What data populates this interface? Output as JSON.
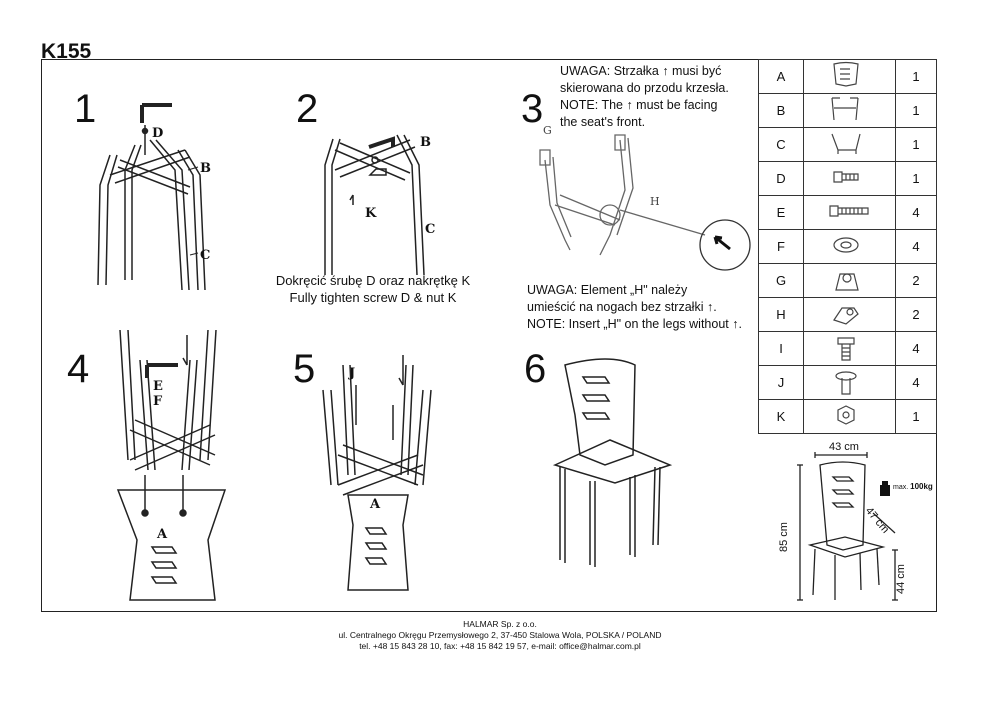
{
  "model": "K155",
  "steps": {
    "s1": "1",
    "s2": "2",
    "s3": "3",
    "s4": "4",
    "s5": "5",
    "s6": "6"
  },
  "labels": {
    "d": "D",
    "b": "B",
    "c": "C",
    "k": "K",
    "g": "G",
    "h": "H",
    "e": "E",
    "f": "F",
    "j": "J",
    "a": "A"
  },
  "step2_caption": {
    "pl": "Dokręcić śrubę D oraz nakrętkę K",
    "en": "Fully tighten screw D & nut K"
  },
  "step3_note_top": {
    "line1": "UWAGA: Strzałka ↑ musi być",
    "line2": "skierowana do przodu krzesła.",
    "line3": "NOTE: The ↑ must be facing",
    "line4": "the seat's front."
  },
  "step3_note_bottom": {
    "line1": "UWAGA: Element „H\" należy",
    "line2": "umieścić na nogach bez strzałki ↑.",
    "line3": "NOTE: Insert „H\" on the legs without ↑."
  },
  "parts": [
    {
      "letter": "A",
      "icon": "seat-back-icon",
      "qty": "1"
    },
    {
      "letter": "B",
      "icon": "frame-icon",
      "qty": "1"
    },
    {
      "letter": "C",
      "icon": "leg-frame-icon",
      "qty": "1"
    },
    {
      "letter": "D",
      "icon": "screw-short-icon",
      "qty": "1"
    },
    {
      "letter": "E",
      "icon": "screw-long-icon",
      "qty": "4"
    },
    {
      "letter": "F",
      "icon": "washer-icon",
      "qty": "4"
    },
    {
      "letter": "G",
      "icon": "foot-cap-icon",
      "qty": "2"
    },
    {
      "letter": "H",
      "icon": "clip-icon",
      "qty": "2"
    },
    {
      "letter": "I",
      "icon": "bolt-icon",
      "qty": "4"
    },
    {
      "letter": "J",
      "icon": "wood-screw-icon",
      "qty": "4"
    },
    {
      "letter": "K",
      "icon": "nut-icon",
      "qty": "1"
    }
  ],
  "dimensions": {
    "width": "43 cm",
    "height": "85 cm",
    "depth": "47 cm",
    "seat_height": "44 cm",
    "max_load_prefix": "max.",
    "max_load": "100kg"
  },
  "footer": {
    "company": "HALMAR Sp. z o.o.",
    "address": "ul. Centralnego Okręgu Przemysłowego 2, 37-450 Stalowa Wola, POLSKA / POLAND",
    "contact": "tel. +48 15 843 28 10, fax: +48 15 842 19 57, e-mail: office@halmar.com.pl"
  }
}
